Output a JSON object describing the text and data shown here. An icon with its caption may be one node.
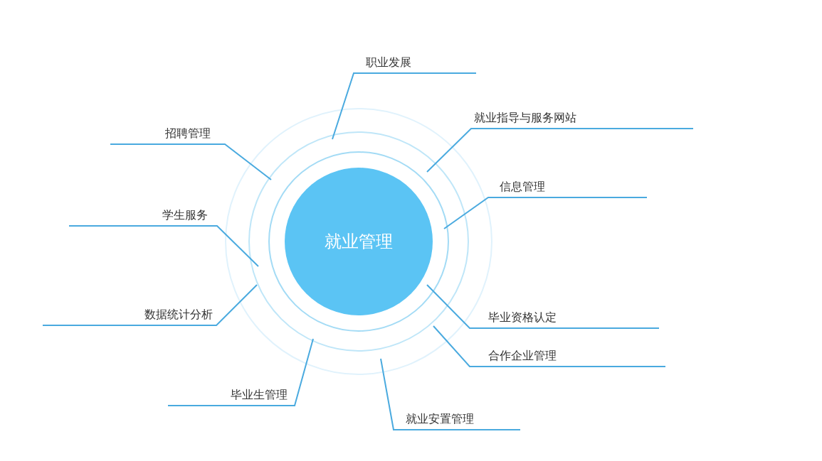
{
  "diagram": {
    "nodes": [
      {
        "text": [
          "就业管理"
        ]
      },
      {
        "text": [
          "职业发展"
        ]
      },
      {
        "text": [
          "就业指导与服务网站"
        ]
      },
      {
        "text": [
          "招聘管理"
        ]
      },
      {
        "text": [
          "信息管理"
        ]
      },
      {
        "text": [
          "学生服务"
        ]
      },
      {
        "text": [
          "数据统计分析"
        ]
      },
      {
        "text": [
          "毕业资格认定"
        ]
      },
      {
        "text": [
          "合作企业管理"
        ]
      },
      {
        "text": [
          "毕业生管理"
        ]
      },
      {
        "text": [
          "就业安置管理"
        ]
      }
    ],
    "edges": [
      {
        "from": 1,
        "to": 0,
        "arrow": "none"
      },
      {
        "from": 2,
        "to": 0,
        "arrow": "none"
      },
      {
        "from": 3,
        "to": 0,
        "arrow": "none"
      },
      {
        "from": 4,
        "to": 0,
        "arrow": "none"
      },
      {
        "from": 5,
        "to": 0,
        "arrow": "none"
      },
      {
        "from": 6,
        "to": 0,
        "arrow": "none"
      },
      {
        "from": 7,
        "to": 0,
        "arrow": "none"
      },
      {
        "from": 8,
        "to": 0,
        "arrow": "none"
      },
      {
        "from": 9,
        "to": 0,
        "arrow": "none"
      },
      {
        "from": 10,
        "to": 0,
        "arrow": "none"
      }
    ]
  }
}
